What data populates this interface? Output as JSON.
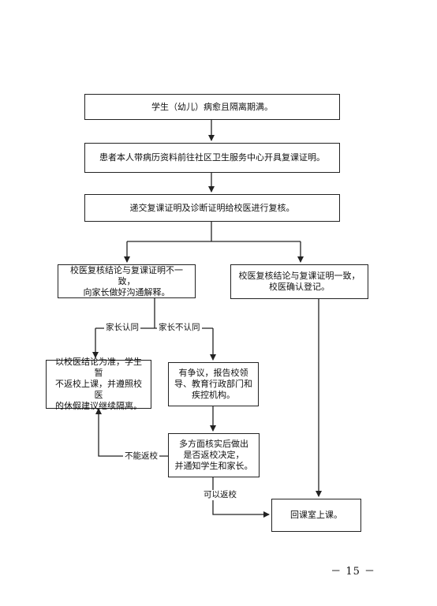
{
  "flow": {
    "step1": "学生（幼儿）病愈且隔离期满。",
    "step2": "患者本人带病历资料前往社区卫生服务中心开具复课证明。",
    "step3": "递交复课证明及诊断证明给校医进行复核。",
    "mismatch": [
      "校医复核结论与复课证明不一致，",
      "向家长做好沟通解释。"
    ],
    "match": [
      "校医复核结论与复课证明一致，",
      "校医确认登记。"
    ],
    "parent_agree_label": "家长认同",
    "parent_disagree_label": "家长不认同",
    "isolation": [
      "以校医结论为准，学生暂",
      "不返校上课，并遵照校医",
      "的休假建议继续隔离。"
    ],
    "dispute": [
      "有争议，报告校领",
      "导、教育行政部门和",
      "疾控机构。"
    ],
    "verify": [
      "多方面核实后做出",
      "是否返校决定，",
      "并通知学生和家长。"
    ],
    "cannot_return_label": "不能返校",
    "can_return_label": "可以返校",
    "return_class": "回课室上课。"
  },
  "page_number": "－ 15 －"
}
